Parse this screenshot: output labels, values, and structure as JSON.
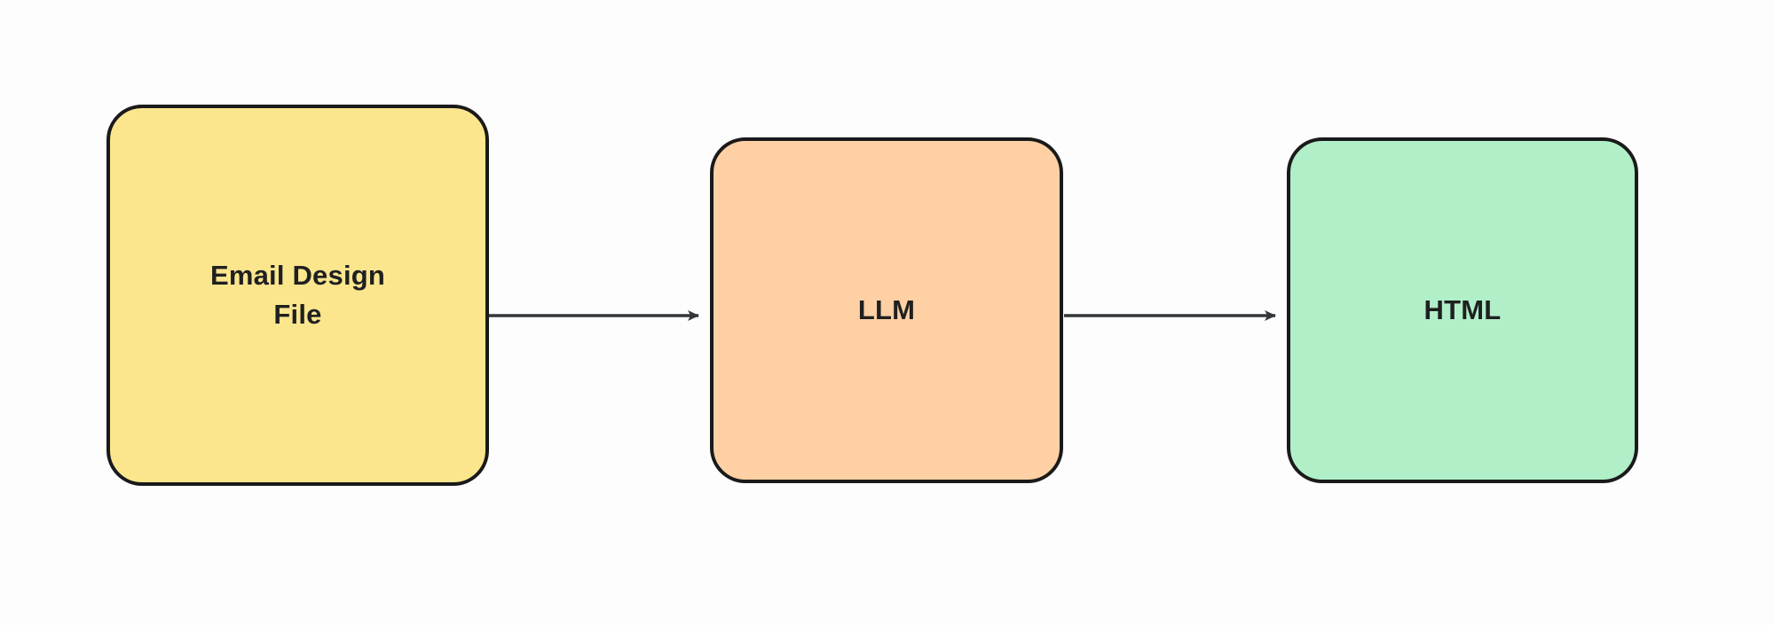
{
  "diagram": {
    "type": "flowchart",
    "orientation": "left-to-right",
    "background_color": "#fdfdfd",
    "title": "",
    "nodes": [
      {
        "id": "email-design-file",
        "label": "Email Design\nFile",
        "label_plain": "Email Design File",
        "shape": "rounded-rectangle",
        "fill_color": "#fbe68e",
        "border_color": "#1a1a1a",
        "text_color": "#1f2020"
      },
      {
        "id": "llm",
        "label": "LLM",
        "label_plain": "LLM",
        "shape": "rounded-rectangle",
        "fill_color": "#fed0a4",
        "border_color": "#1a1a1a",
        "text_color": "#1f2020"
      },
      {
        "id": "html",
        "label": "HTML",
        "label_plain": "HTML",
        "shape": "rounded-rectangle",
        "fill_color": "#b0efc8",
        "border_color": "#1a1a1a",
        "text_color": "#1f2020"
      }
    ],
    "edges": [
      {
        "id": "edge-email-to-llm",
        "from": "email-design-file",
        "to": "llm",
        "label": "",
        "style": "solid-arrow",
        "color": "#33373a"
      },
      {
        "id": "edge-llm-to-html",
        "from": "llm",
        "to": "html",
        "label": "",
        "style": "solid-arrow",
        "color": "#33373a"
      }
    ]
  }
}
